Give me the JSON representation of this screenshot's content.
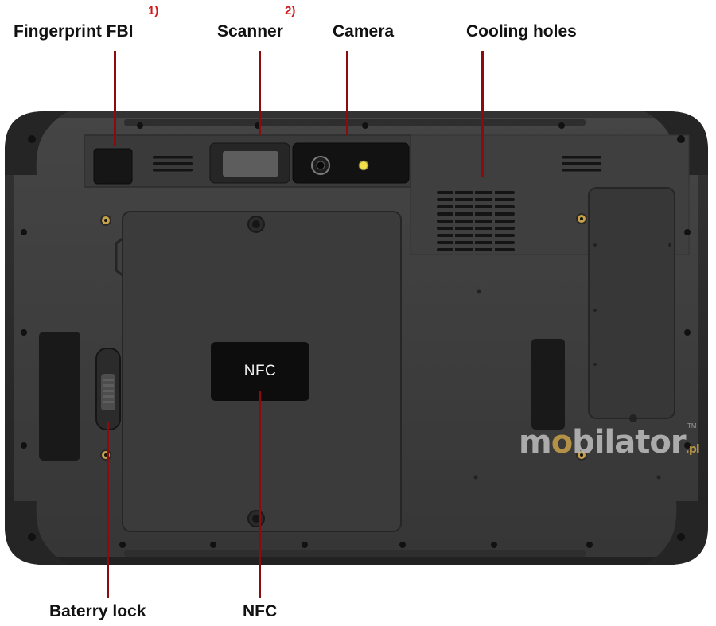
{
  "callouts": [
    {
      "id": "fingerprint",
      "label": "Fingerprint FBI",
      "footnote": "1)"
    },
    {
      "id": "scanner",
      "label": "Scanner",
      "footnote": "2)"
    },
    {
      "id": "camera",
      "label": "Camera"
    },
    {
      "id": "cooling",
      "label": "Cooling holes"
    },
    {
      "id": "battery",
      "label": "Baterry lock"
    },
    {
      "id": "nfc",
      "label": "NFC"
    }
  ],
  "device": {
    "nfc_badge_text": "NFC",
    "watermark": {
      "prefix": "m",
      "o": "o",
      "main": "bilator",
      "suffix": ".pl",
      "tm": "TM"
    }
  },
  "colors": {
    "body": "#3c3c3c",
    "bumper": "#2a2a2a",
    "leader": "#8a0c0c",
    "footnote": "#d01818",
    "flash": "#f2e04a",
    "screw_gold": "#c6a14a"
  },
  "icons": [
    "fingerprint-sensor-icon",
    "scanner-window-icon",
    "camera-lens-icon",
    "flash-led-icon",
    "nfc-waves-icon",
    "screw-icon"
  ]
}
